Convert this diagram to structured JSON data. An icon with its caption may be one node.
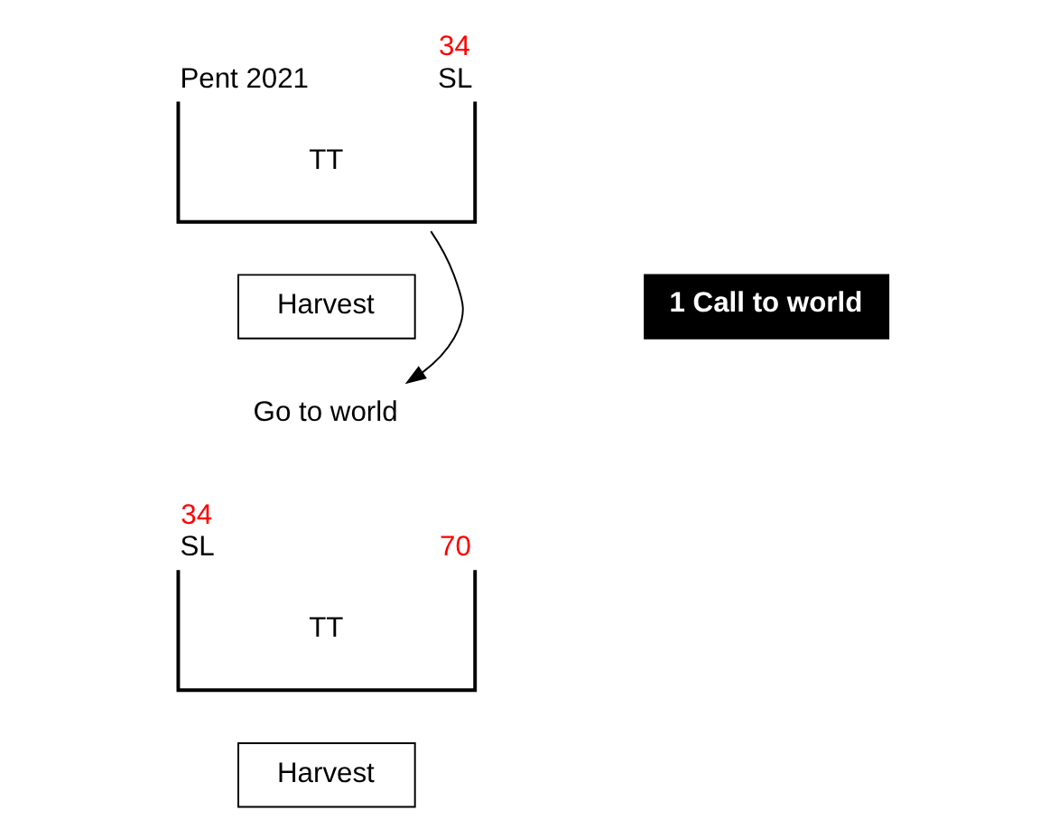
{
  "diagram": {
    "nodes": [
      {
        "text": [
          "Pent 2021",
          "34",
          "SL",
          "TT"
        ]
      },
      {
        "text": [
          "Harvest"
        ]
      },
      {
        "text": [
          "1 Call to world"
        ]
      },
      {
        "text": [
          "Go to world"
        ]
      },
      {
        "text": [
          "34",
          "SL",
          "70",
          "TT"
        ]
      },
      {
        "text": [
          "Harvest"
        ]
      }
    ],
    "edges": [
      {
        "from": 0,
        "to": 3,
        "arrow": "to"
      }
    ]
  }
}
